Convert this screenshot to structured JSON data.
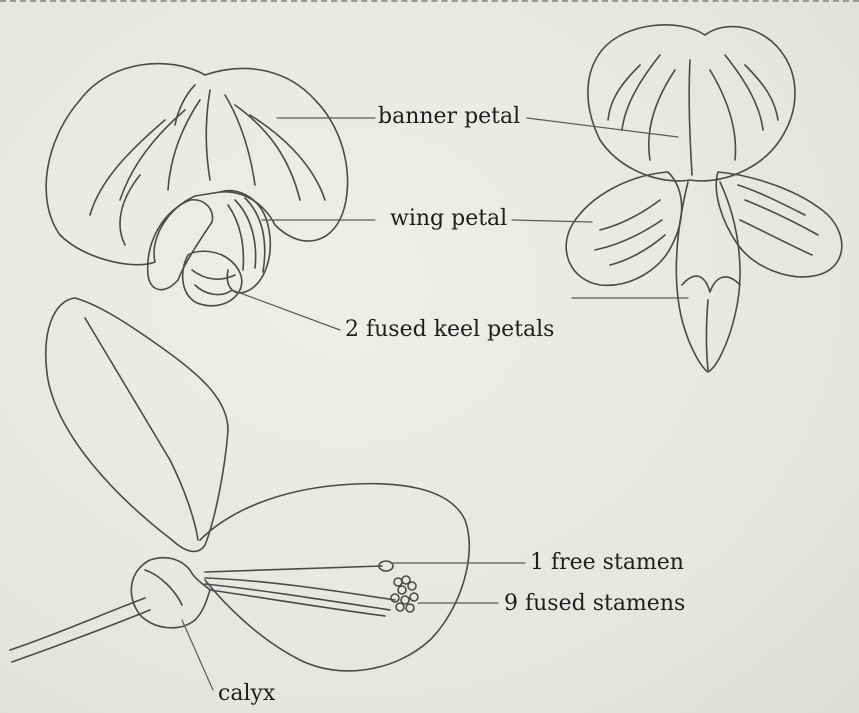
{
  "labels": {
    "banner": "banner petal",
    "wing": "wing petal",
    "keel": "2 fused keel petals",
    "free_stamen": "1 free stamen",
    "fused_stamens": "9 fused stamens",
    "calyx": "calyx"
  },
  "colors": {
    "ink": "#4a4a4a",
    "paper": "#e9e8e4",
    "text": "#1e1e1e"
  }
}
